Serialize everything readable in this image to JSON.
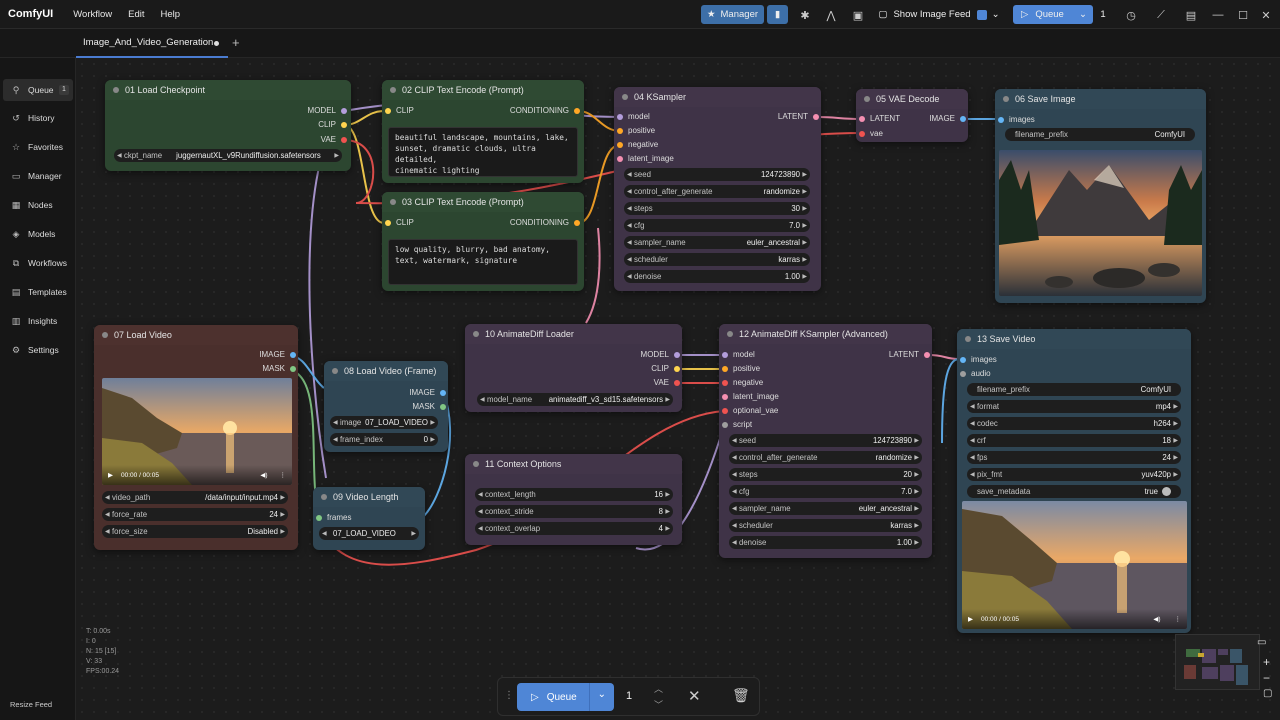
{
  "topbar": {
    "brand": "ComfyUI",
    "menus": [
      "Workflow",
      "Edit",
      "Help"
    ],
    "manager_label": "Manager",
    "show_image_feed_label": "Show Image Feed",
    "queue_label": "Queue",
    "queue_count": "1"
  },
  "tab": {
    "title": "Image_And_Video_Generation"
  },
  "sidebar": {
    "items": [
      {
        "label": "Queue",
        "icon": "person-icon",
        "badge": "1"
      },
      {
        "label": "History",
        "icon": "history-icon"
      },
      {
        "label": "Favorites",
        "icon": "star-icon"
      },
      {
        "label": "Manager",
        "icon": "manager-icon"
      },
      {
        "label": "Nodes",
        "icon": "nodes-icon"
      },
      {
        "label": "Models",
        "icon": "models-icon"
      },
      {
        "label": "Workflows",
        "icon": "workflows-icon"
      },
      {
        "label": "Templates",
        "icon": "templates-icon"
      },
      {
        "label": "Insights",
        "icon": "insights-icon"
      },
      {
        "label": "Settings",
        "icon": "gear-icon"
      }
    ],
    "resize_label": "Resize Feed"
  },
  "nodes": {
    "n01": {
      "title": "01 Load Checkpoint",
      "out_model": "MODEL",
      "out_clip": "CLIP",
      "out_vae": "VAE",
      "w_ckpt_label": "ckpt_name",
      "w_ckpt_value": "juggernautXL_v9Rundiffusion.safetensors"
    },
    "n02": {
      "title": "02 CLIP Text Encode (Prompt)",
      "in_clip": "CLIP",
      "out_cond": "CONDITIONING",
      "text": "beautiful landscape, mountains, lake,\nsunset, dramatic clouds, ultra detailed,\ncinematic lighting"
    },
    "n03": {
      "title": "03 CLIP Text Encode (Prompt)",
      "in_clip": "CLIP",
      "out_cond": "CONDITIONING",
      "text": "low quality, blurry, bad anatomy,\ntext, watermark, signature"
    },
    "n04": {
      "title": "04 KSampler",
      "in_model": "model",
      "in_pos": "positive",
      "in_neg": "negative",
      "in_latent": "latent_image",
      "out_latent": "LATENT",
      "widgets": [
        {
          "label": "seed",
          "value": "124723890"
        },
        {
          "label": "control_after_generate",
          "value": "randomize"
        },
        {
          "label": "steps",
          "value": "30"
        },
        {
          "label": "cfg",
          "value": "7.0"
        },
        {
          "label": "sampler_name",
          "value": "euler_ancestral"
        },
        {
          "label": "scheduler",
          "value": "karras"
        },
        {
          "label": "denoise",
          "value": "1.00"
        }
      ]
    },
    "n05": {
      "title": "05 VAE Decode",
      "in_latent": "LATENT",
      "in_vae": "vae",
      "out_image": "IMAGE"
    },
    "n06": {
      "title": "06 Save Image",
      "in_images": "images",
      "w_prefix_label": "filename_prefix",
      "w_prefix_value": "ComfyUI"
    },
    "n07": {
      "title": "07 Load Video",
      "out_image": "IMAGE",
      "out_mask": "MASK",
      "time": "00:00 / 00:05",
      "widgets": [
        {
          "label": "video_path",
          "value": "/data/input/input.mp4"
        },
        {
          "label": "force_rate",
          "value": "24"
        },
        {
          "label": "force_size",
          "value": "Disabled"
        }
      ]
    },
    "n08": {
      "title": "08 Load Video (Frame)",
      "out_image": "IMAGE",
      "out_mask": "MASK",
      "widgets": [
        {
          "label": "image",
          "value": "07_LOAD_VIDEO"
        },
        {
          "label": "frame_index",
          "value": "0"
        }
      ]
    },
    "n09": {
      "title": "09 Video Length",
      "in_frames": "frames",
      "w_value": "07_LOAD_VIDEO"
    },
    "n10": {
      "title": "10 AnimateDiff Loader",
      "out_model": "MODEL",
      "out_clip": "CLIP",
      "out_vae": "VAE",
      "w_label": "model_name",
      "w_value": "animatediff_v3_sd15.safetensors"
    },
    "n11": {
      "title": "11 Context Options",
      "widgets": [
        {
          "label": "context_length",
          "value": "16"
        },
        {
          "label": "context_stride",
          "value": "8"
        },
        {
          "label": "context_overlap",
          "value": "4"
        }
      ]
    },
    "n12": {
      "title": "12 AnimateDiff KSampler (Advanced)",
      "in_model": "model",
      "in_pos": "positive",
      "in_neg": "negative",
      "in_latent": "latent_image",
      "in_vae": "optional_vae",
      "in_script": "script",
      "out_latent": "LATENT",
      "widgets": [
        {
          "label": "seed",
          "value": "124723890"
        },
        {
          "label": "control_after_generate",
          "value": "randomize"
        },
        {
          "label": "steps",
          "value": "20"
        },
        {
          "label": "cfg",
          "value": "7.0"
        },
        {
          "label": "sampler_name",
          "value": "euler_ancestral"
        },
        {
          "label": "scheduler",
          "value": "karras"
        },
        {
          "label": "denoise",
          "value": "1.00"
        }
      ]
    },
    "n13": {
      "title": "13 Save Video",
      "in_images": "images",
      "in_audio": "audio",
      "time": "00:00 / 00:05",
      "widgets": [
        {
          "label": "filename_prefix",
          "value": "ComfyUI"
        },
        {
          "label": "format",
          "value": "mp4"
        },
        {
          "label": "codec",
          "value": "h264"
        },
        {
          "label": "crf",
          "value": "18"
        },
        {
          "label": "fps",
          "value": "24"
        },
        {
          "label": "pix_fmt",
          "value": "yuv420p"
        },
        {
          "label": "save_metadata",
          "value": "true"
        }
      ]
    }
  },
  "stats": {
    "t": "T: 0.00s",
    "i": "I: 0",
    "n": "N: 15 [15]",
    "v": "V: 33",
    "fps": "FPS:00.24"
  },
  "bottom_queue": {
    "label": "Queue",
    "count": "1"
  },
  "colors": {
    "accent": "#4f86d6",
    "model": "#b39ddb",
    "clip": "#ffd54f",
    "vae": "#ef5350",
    "conditioning": "#ffa726",
    "latent": "#f48fb1",
    "image": "#64b5f6",
    "mask": "#81c784"
  }
}
